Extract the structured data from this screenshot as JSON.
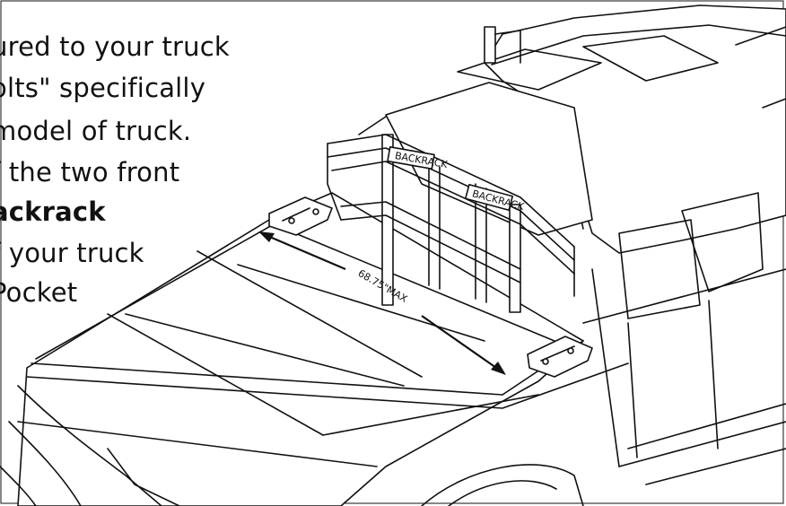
{
  "instructions": {
    "lines": [
      "ured to your truck",
      "olts\" specifically",
      "model of truck.",
      "f the two front",
      "ackrack",
      "f your truck",
      "Pocket"
    ],
    "bold_line_index": 4
  },
  "diagram": {
    "dimension_label": "68.75\"MAX",
    "rack_labels": [
      "BACKRACK",
      "BACKRACK"
    ]
  }
}
